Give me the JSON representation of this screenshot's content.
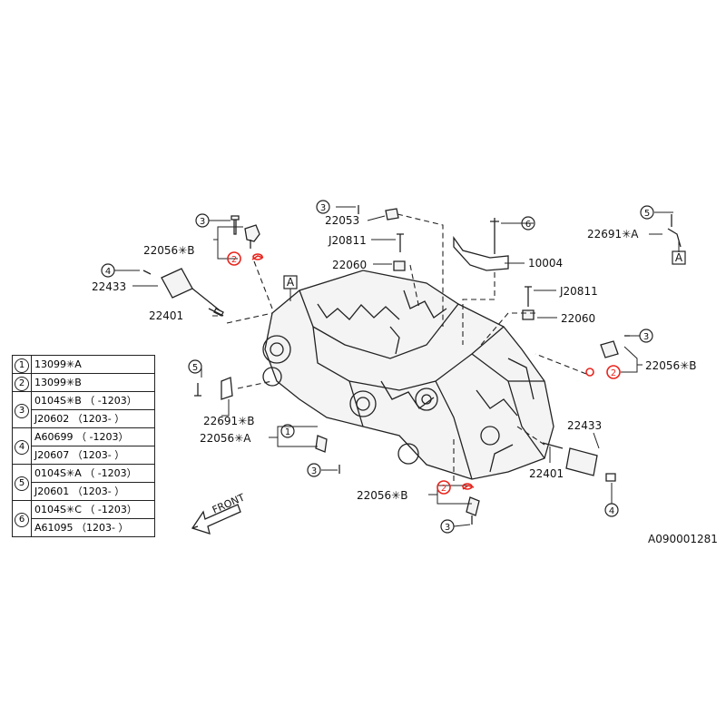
{
  "labels": {
    "p22053": "22053",
    "p22691a": "22691✳A",
    "boxA": "A",
    "p22056b": "22056✳B",
    "pJ20811": "J20811",
    "p10004": "10004",
    "p22433": "22433",
    "p22060": "22060",
    "p22401": "22401",
    "p22691b": "22691✳B",
    "p22056a": "22056✳A",
    "front": "FRONT",
    "code": "A090001281"
  },
  "markers": {
    "m1": "1",
    "m2": "2",
    "m3": "3",
    "m4": "4",
    "m5": "5",
    "m6": "6"
  },
  "legend": [
    {
      "num": "1",
      "rows": [
        "13099✳A"
      ]
    },
    {
      "num": "2",
      "rows": [
        "13099✳B"
      ]
    },
    {
      "num": "3",
      "rows": [
        "0104S✳B （ -1203）",
        "J20602  （1203- ）"
      ]
    },
    {
      "num": "4",
      "rows": [
        "A60699  （ -1203）",
        "J20607  （1203- ）"
      ]
    },
    {
      "num": "5",
      "rows": [
        "0104S✳A （ -1203）",
        "J20601  （1203- ）"
      ]
    },
    {
      "num": "6",
      "rows": [
        "0104S✳C （ -1203）",
        "A61095  （1203- ）"
      ]
    }
  ],
  "colors": {
    "highlight": "#e8241c",
    "ink": "#222222"
  }
}
